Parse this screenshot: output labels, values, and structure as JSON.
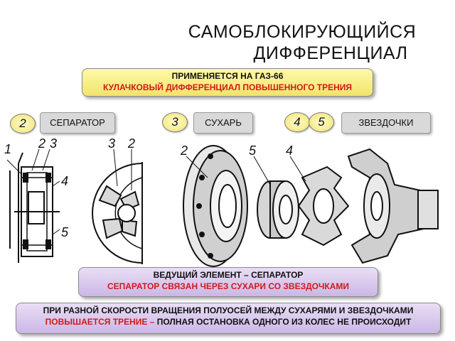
{
  "title": {
    "line1": "САМОБЛОКИРУЮЩИЙСЯ",
    "line2": "ДИФФЕРЕНЦИАЛ"
  },
  "top_box": {
    "line1": "ПРИМЕНЯЕТСЯ НА ГАЗ-66",
    "line2": "КУЛАЧКОВЫЙ ДИФФЕРЕНЦИАЛ ПОВЫШЕННОГО ТРЕНИЯ"
  },
  "parts": [
    {
      "number": "2",
      "label": "СЕПАРАТОР"
    },
    {
      "number": "3",
      "label": "СУХАРЬ"
    },
    {
      "number": "4",
      "number2": "5",
      "label": "ЗВЕЗДОЧКИ"
    }
  ],
  "diagram_numbers": {
    "scheme": [
      "1",
      "2",
      "3",
      "4",
      "5"
    ],
    "section": [
      "3",
      "2"
    ],
    "exploded": [
      "2",
      "5",
      "4"
    ]
  },
  "middle_box": {
    "line1": "ВЕДУЩИЙ ЭЛЕМЕНТ – СЕПАРАТОР",
    "line2": "СЕПАРАТОР СВЯЗАН ЧЕРЕЗ СУХАРИ СО ЗВЕЗДОЧКАМИ"
  },
  "bottom_box": {
    "line1": "ПРИ РАЗНОЙ СКОРОСТИ ВРАЩЕНИЯ ПОЛУОСЕЙ МЕЖДУ СУХАРЯМИ И ЗВЕЗДОЧКАМИ",
    "line2_red": "ПОВЫШАЕТСЯ ТРЕНИЕ –",
    "line2_dark": " ПОЛНАЯ ОСТАНОВКА ОДНОГО ИЗ КОЛЕС НЕ ПРОИСХОДИТ"
  },
  "colors": {
    "accent_red": "#d11a1a",
    "box_yellow": "#f1e46a",
    "box_lilac": "#cbb7e6"
  }
}
